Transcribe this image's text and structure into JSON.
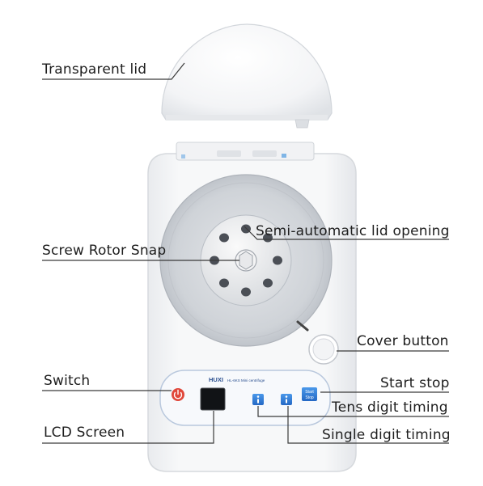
{
  "labels": {
    "transparent_lid": "Transparent lid",
    "semi_auto_lid": "Semi-automatic lid opening",
    "screw_rotor_snap": "Screw Rotor Snap",
    "cover_button": "Cover button",
    "switch": "Switch",
    "start_stop": "Start stop",
    "tens_digit": "Tens digit timing",
    "lcd_screen": "LCD Screen",
    "single_digit": "Single digit timing"
  },
  "device": {
    "brand": "HUXI",
    "model": "HL-6KS Mini centrifuge",
    "btn_start": "Start",
    "btn_stop": "Stop"
  },
  "colors": {
    "body": "#f4f5f7",
    "rotor": "#c9cdd2",
    "panel_blue": "#2f7fd6",
    "power_red": "#e0473a",
    "line": "#333333"
  },
  "icons": [
    "power-icon"
  ]
}
